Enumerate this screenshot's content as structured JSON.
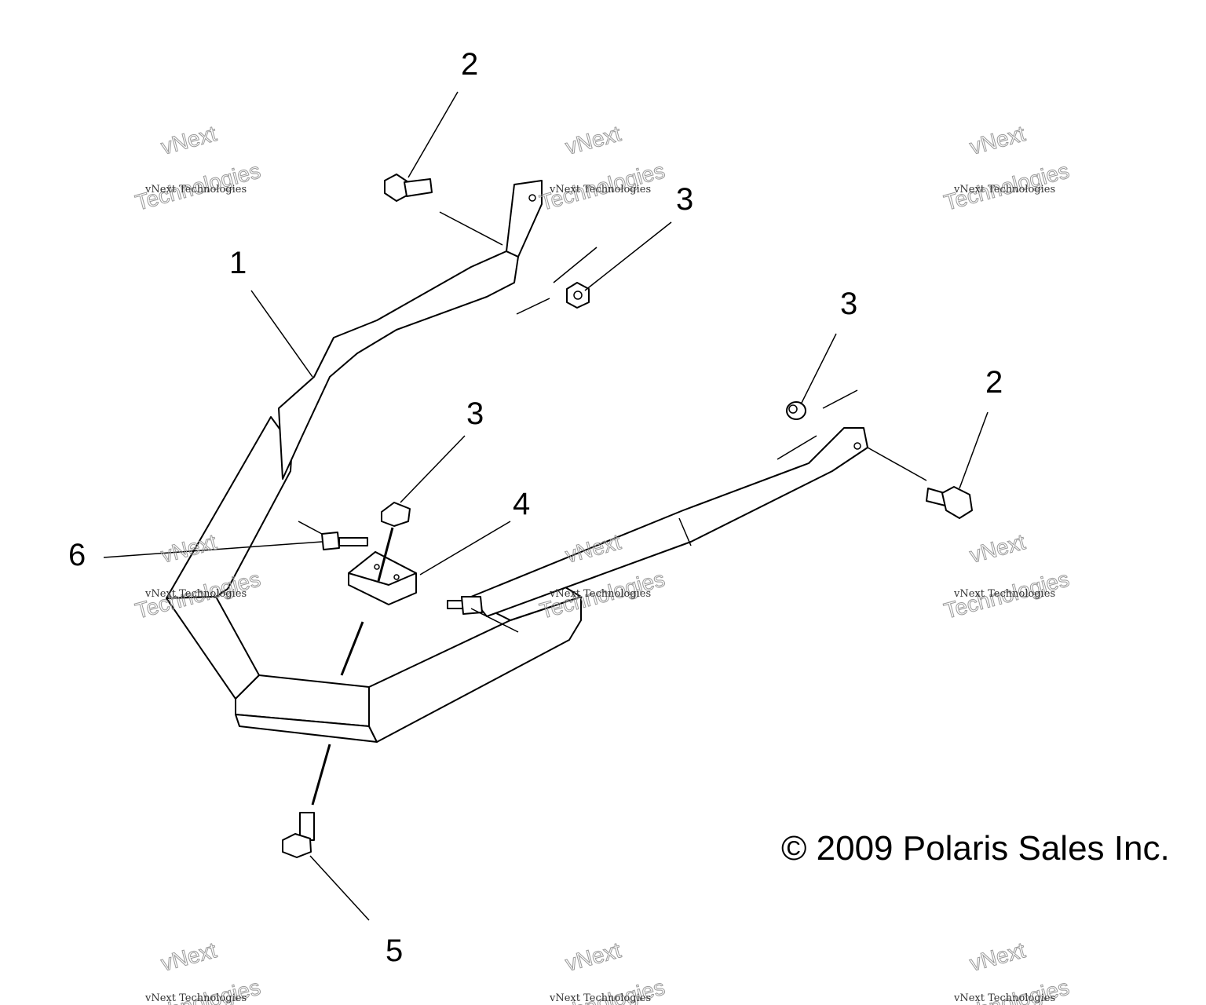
{
  "callouts": [
    {
      "label": "1"
    },
    {
      "label": "2"
    },
    {
      "label": "3"
    },
    {
      "label": "3"
    },
    {
      "label": "2"
    },
    {
      "label": "3"
    },
    {
      "label": "4"
    },
    {
      "label": "6"
    },
    {
      "label": "5"
    }
  ],
  "copyright": "© 2009 Polaris Sales Inc.",
  "watermark": {
    "small": "vNext Technologies",
    "big_top": "vNext",
    "big_bottom": "Technologies"
  }
}
